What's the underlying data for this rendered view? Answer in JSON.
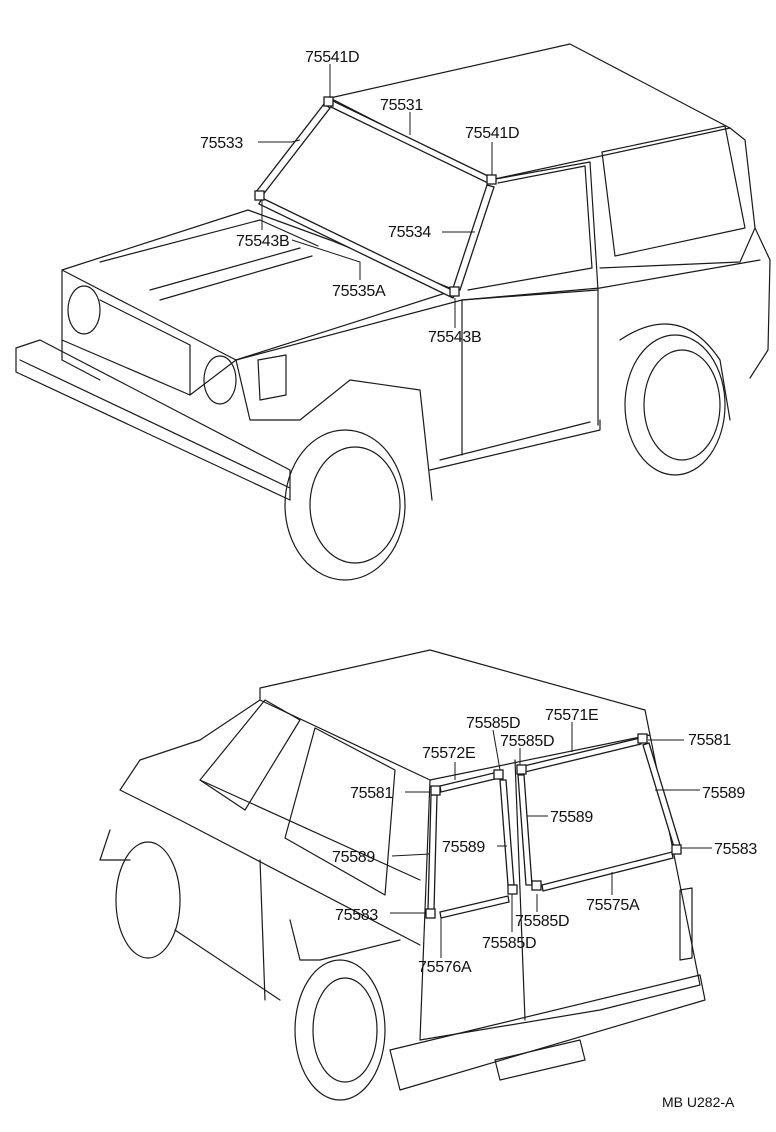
{
  "front_view": {
    "labels": {
      "l1": "75541D",
      "l2": "75531",
      "l3": "75541D",
      "l4": "75533",
      "l5": "75534",
      "l6": "75543B",
      "l7": "75535A",
      "l8": "75543B"
    }
  },
  "rear_view": {
    "labels": {
      "r1": "75585D",
      "r2": "75571E",
      "r3": "75585D",
      "r4": "75572E",
      "r5": "75581",
      "r6": "75581",
      "r7": "75589",
      "r8": "75589",
      "r9": "75589",
      "r10": "75589",
      "r11": "75583",
      "r12": "75583",
      "r13": "75575A",
      "r14": "75585D",
      "r15": "75585D",
      "r16": "75576A"
    }
  },
  "diagram_code": "MB  U282-A"
}
